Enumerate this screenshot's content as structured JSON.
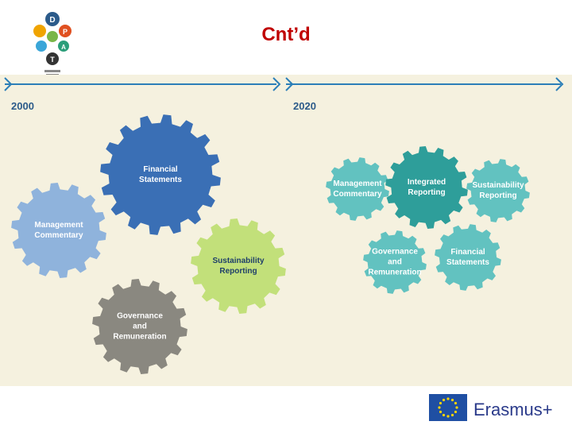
{
  "slide": {
    "title": "Cnt’d"
  },
  "timeline": {
    "start_year": "2000",
    "end_year": "2020",
    "arrow_color": "#2c7fb8"
  },
  "gears_2000": [
    {
      "label": "Financial Statements",
      "lines": [
        "Financial",
        "Statements"
      ],
      "color": "#3a6fb5"
    },
    {
      "label": "Management Commentary",
      "lines": [
        "Management",
        "Commentary"
      ],
      "color": "#8fb3dc"
    },
    {
      "label": "Sustainability Reporting",
      "lines": [
        "Sustainability",
        "Reporting"
      ],
      "color": "#c2e07a"
    },
    {
      "label": "Governance and Remuneration",
      "lines": [
        "Governance",
        "and",
        "Remuneration"
      ],
      "color": "#8a8880"
    }
  ],
  "gears_2020": [
    {
      "label": "Management Commentary",
      "lines": [
        "Management",
        "Commentary"
      ],
      "color": "#62c2c0"
    },
    {
      "label": "Integrated Reporting",
      "lines": [
        "Integrated",
        "Reporting"
      ],
      "color": "#2e9e9a"
    },
    {
      "label": "Sustainability Reporting",
      "lines": [
        "Sustainability",
        "Reporting"
      ],
      "color": "#62c2c0"
    },
    {
      "label": "Governance and Remuneration",
      "lines": [
        "Governance",
        "and",
        "Remuneration"
      ],
      "color": "#62c2c0"
    },
    {
      "label": "Financial Statements",
      "lines": [
        "Financial",
        "Statements"
      ],
      "color": "#62c2c0"
    }
  ],
  "footer": {
    "program_name": "Erasmus+",
    "flag_color": "#1f4fa3",
    "star_color": "#ffd500"
  },
  "logo": {
    "letters": [
      "D",
      "P",
      "A",
      "T"
    ]
  }
}
